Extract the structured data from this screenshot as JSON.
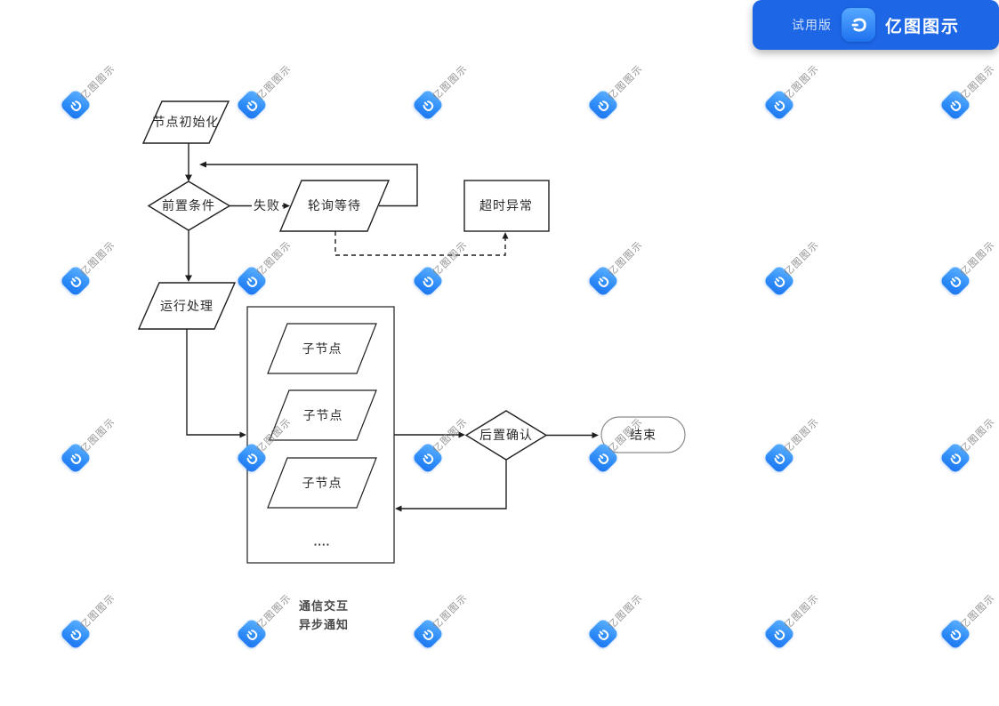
{
  "badge": {
    "trial_label": "试用版",
    "app_name": "亿图图示"
  },
  "watermark": {
    "text": "亿图图示"
  },
  "legend": {
    "items": [
      "通信交互",
      "异步通知"
    ]
  },
  "flowchart": {
    "nodes": [
      {
        "id": "init",
        "type": "parallelogram",
        "label": "节点初始化"
      },
      {
        "id": "precond",
        "type": "diamond",
        "label": "前置条件"
      },
      {
        "id": "poll",
        "type": "parallelogram",
        "label": "轮询等待"
      },
      {
        "id": "timeout",
        "type": "rectangle",
        "label": "超时异常"
      },
      {
        "id": "run",
        "type": "parallelogram",
        "label": "运行处理"
      },
      {
        "id": "child1",
        "type": "parallelogram",
        "label": "子节点"
      },
      {
        "id": "child2",
        "type": "parallelogram",
        "label": "子节点"
      },
      {
        "id": "child3",
        "type": "parallelogram",
        "label": "子节点"
      },
      {
        "id": "dots",
        "type": "text",
        "label": "...."
      },
      {
        "id": "postconfirm",
        "type": "diamond",
        "label": "后置确认"
      },
      {
        "id": "end",
        "type": "terminator",
        "label": "结束"
      }
    ],
    "edges": [
      {
        "from": "节点初始化",
        "to": "前置条件",
        "label": ""
      },
      {
        "from": "前置条件",
        "to": "轮询等待",
        "label": "失败"
      },
      {
        "from": "轮询等待",
        "to": "前置条件",
        "label": ""
      },
      {
        "from": "轮询等待",
        "to": "超时异常",
        "label": "",
        "style": "dashed"
      },
      {
        "from": "前置条件",
        "to": "运行处理",
        "label": ""
      },
      {
        "from": "运行处理",
        "to": "子节点容器",
        "label": ""
      },
      {
        "from": "子节点",
        "to": "子节点",
        "label": ""
      },
      {
        "from": "子节点容器",
        "to": "后置确认",
        "label": ""
      },
      {
        "from": "后置确认",
        "to": "结束",
        "label": ""
      },
      {
        "from": "后置确认",
        "to": "子节点容器",
        "label": ""
      }
    ],
    "colors": {
      "line": "#1f1f1f",
      "shape_fill": "#ffffff",
      "accent_blue": "#1d66e5"
    }
  }
}
